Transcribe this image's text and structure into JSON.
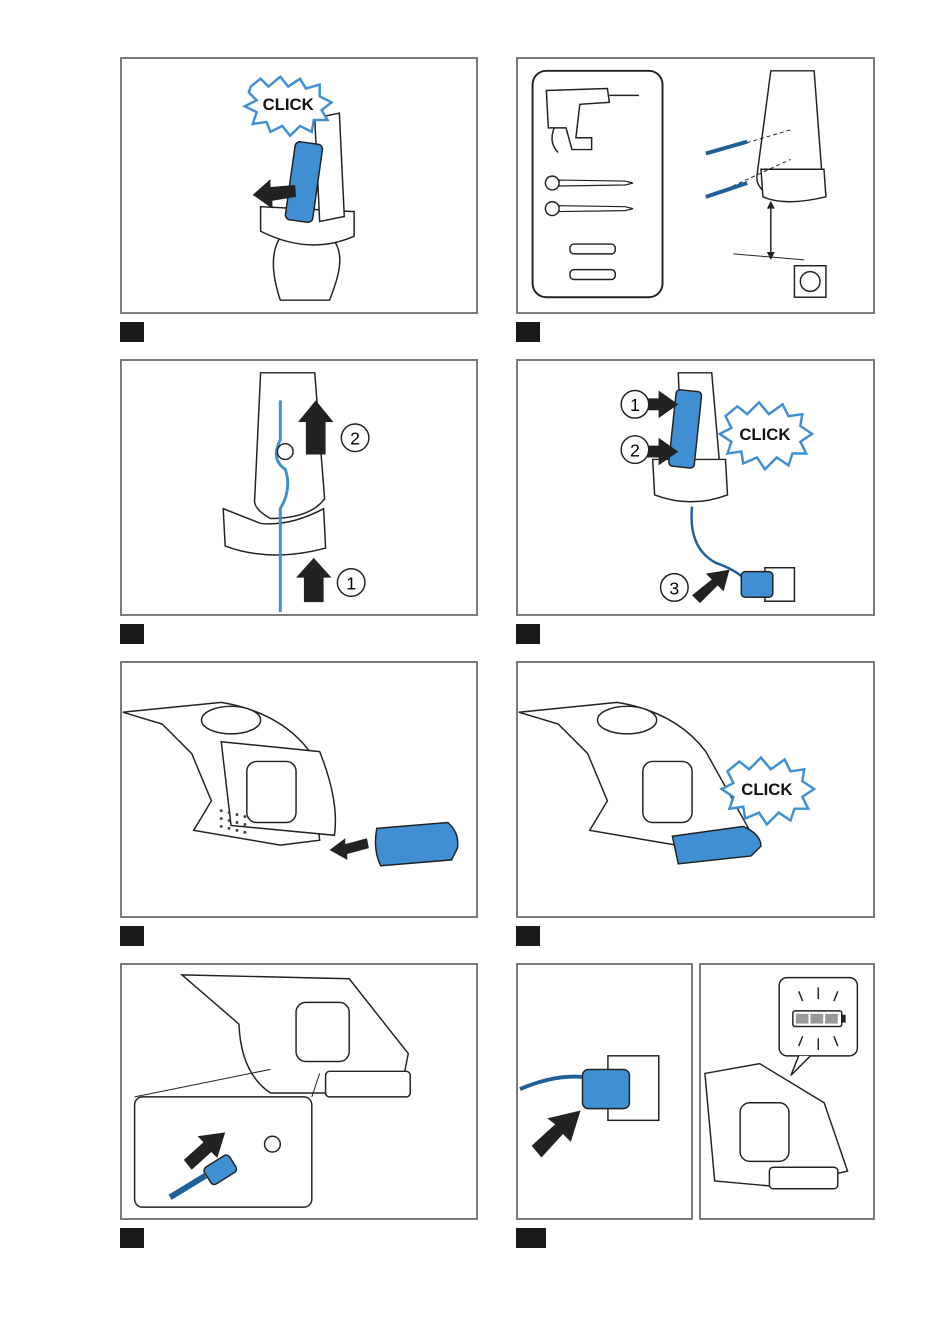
{
  "click_label": "CLICK",
  "step_numbers": {
    "first": "1",
    "second": "2",
    "third": "3"
  },
  "colors": {
    "accent_blue": "#3f8fd2",
    "line_gray": "#7a7a7a",
    "outline": "#222222",
    "step_box": "#1a1a1a"
  },
  "icons": [
    "drill-icon",
    "screw-icon",
    "wall-plug-icon",
    "wall-socket-icon",
    "battery-indicator-icon",
    "charger-plug-icon",
    "arrow-icon"
  ]
}
